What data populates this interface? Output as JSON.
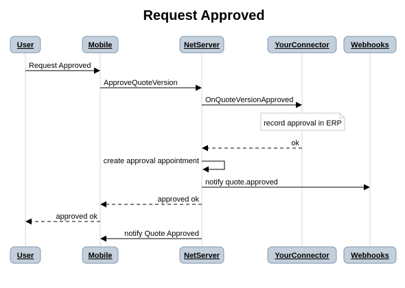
{
  "title": "Request Approved",
  "participants": [
    {
      "id": "user",
      "label": "User"
    },
    {
      "id": "mobile",
      "label": "Mobile"
    },
    {
      "id": "netserver",
      "label": "NetServer"
    },
    {
      "id": "connector",
      "label": "YourConnector"
    },
    {
      "id": "webhooks",
      "label": "Webhooks"
    }
  ],
  "messages": [
    {
      "from": "user",
      "to": "mobile",
      "label": "Request Approved",
      "style": "solid"
    },
    {
      "from": "mobile",
      "to": "netserver",
      "label": "ApproveQuoteVersion",
      "style": "solid"
    },
    {
      "from": "netserver",
      "to": "connector",
      "label": "OnQuoteVersionApproved",
      "style": "solid"
    },
    {
      "note": true,
      "over": "connector",
      "label": "record approval in ERP"
    },
    {
      "from": "connector",
      "to": "netserver",
      "label": "ok",
      "style": "dashed"
    },
    {
      "from": "netserver",
      "to": "netserver",
      "label": "create approval appointment",
      "style": "solid"
    },
    {
      "from": "netserver",
      "to": "webhooks",
      "label": "notify quote.approved",
      "style": "solid"
    },
    {
      "from": "netserver",
      "to": "mobile",
      "label": "approved ok",
      "style": "dashed"
    },
    {
      "from": "mobile",
      "to": "user",
      "label": "approved ok",
      "style": "dashed"
    },
    {
      "from": "netserver",
      "to": "mobile",
      "label": "notify Quote Approved",
      "style": "solid"
    }
  ],
  "colors": {
    "actor_fill": "#c3cfdb",
    "actor_border": "#7f98b0",
    "lifeline": "#cfd8e0",
    "line": "#000000"
  }
}
